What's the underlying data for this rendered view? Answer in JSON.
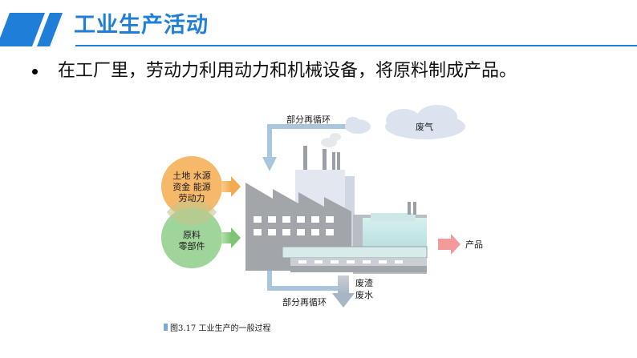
{
  "header": {
    "title": "工业生产活动",
    "accent_color": "#1f7fd8"
  },
  "bullet": {
    "text": "在工厂里，劳动力利用动力和机械设备，将原料制成产品。"
  },
  "diagram": {
    "inputs_top": [
      "土地  水源",
      "资金  能源",
      "劳动力"
    ],
    "inputs_bottom": [
      "原料",
      "零部件"
    ],
    "recycle_top": "部分再循环",
    "recycle_bottom": "部分再循环",
    "exhaust": "废气",
    "waste": [
      "废渣",
      "废水"
    ],
    "product": "产品",
    "caption": "图3.17   工业生产的一般过程",
    "colors": {
      "input_top_circle": "#f6b96a",
      "input_bottom_circle": "#9fd49a",
      "arrow_green": "#8fcf86",
      "arrow_blue": "#a8c8e6",
      "factory_gray": "#9ea3a8",
      "product_arrow": "#f49a9a",
      "cloud": "#dce5f0"
    }
  }
}
